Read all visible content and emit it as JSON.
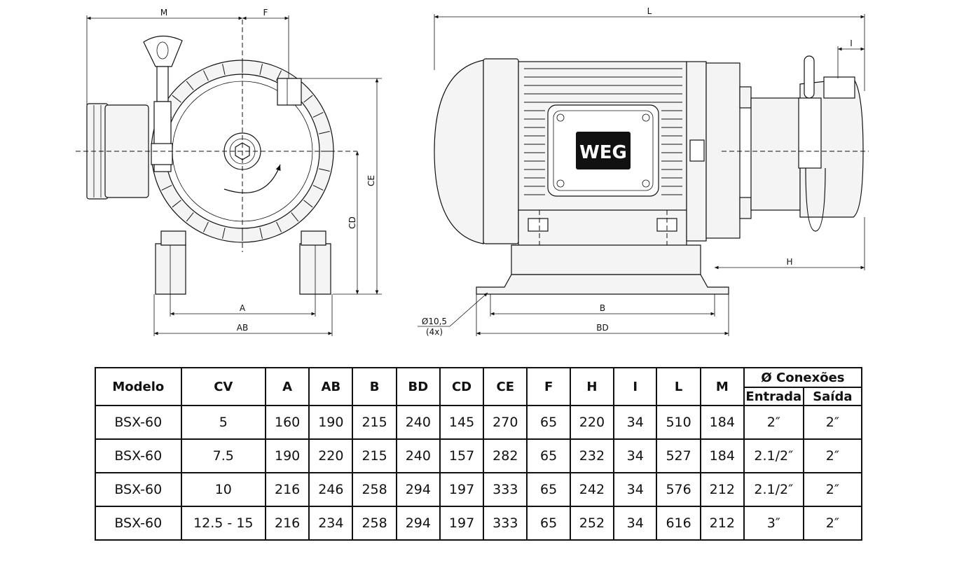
{
  "drawing": {
    "front_labels": {
      "M": "M",
      "F": "F",
      "CE": "CE",
      "CD": "CD",
      "A": "A",
      "AB": "AB"
    },
    "side_labels": {
      "L": "L",
      "I": "I",
      "H": "H",
      "B": "B",
      "BD": "BD",
      "hole": "Ø10,5",
      "hole_qty": "(4x)"
    },
    "logo": "WEG"
  },
  "table": {
    "headers": [
      "Modelo",
      "CV",
      "A",
      "AB",
      "B",
      "BD",
      "CD",
      "CE",
      "F",
      "H",
      "I",
      "L",
      "M"
    ],
    "group_header": "Ø Conexões",
    "sub_headers": [
      "Entrada",
      "Saída"
    ],
    "rows": [
      [
        "BSX-60",
        "5",
        "160",
        "190",
        "215",
        "240",
        "145",
        "270",
        "65",
        "220",
        "34",
        "510",
        "184",
        "2″",
        "2″"
      ],
      [
        "BSX-60",
        "7.5",
        "190",
        "220",
        "215",
        "240",
        "157",
        "282",
        "65",
        "232",
        "34",
        "527",
        "184",
        "2.1/2″",
        "2″"
      ],
      [
        "BSX-60",
        "10",
        "216",
        "246",
        "258",
        "294",
        "197",
        "333",
        "65",
        "242",
        "34",
        "576",
        "212",
        "2.1/2″",
        "2″"
      ],
      [
        "BSX-60",
        "12.5 - 15",
        "216",
        "234",
        "258",
        "294",
        "197",
        "333",
        "65",
        "252",
        "34",
        "616",
        "212",
        "3″",
        "2″"
      ]
    ]
  }
}
